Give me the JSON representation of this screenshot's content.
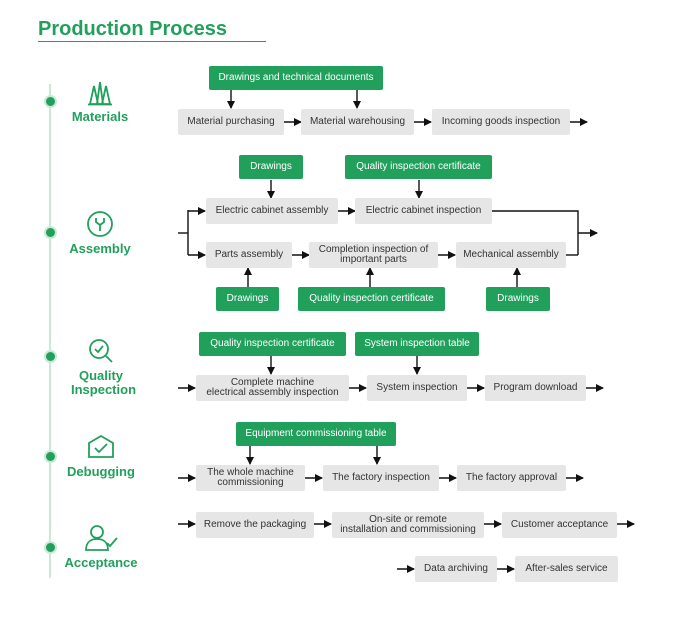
{
  "title": "Production Process",
  "colors": {
    "accent": "#21a05c",
    "box": "#e6e6e6",
    "line": "#c9e9d6"
  },
  "stages": {
    "materials": {
      "label": "Materials",
      "icon": "materials-icon"
    },
    "assembly": {
      "label": "Assembly",
      "icon": "wrench-icon"
    },
    "quality": {
      "label": "Quality Inspection",
      "icon": "magnifier-check-icon"
    },
    "debugging": {
      "label": "Debugging",
      "icon": "box-check-icon"
    },
    "acceptance": {
      "label": "Acceptance",
      "icon": "person-check-icon"
    }
  },
  "materials": {
    "docs": "Drawings and technical documents",
    "purchasing": "Material purchasing",
    "warehousing": "Material warehousing",
    "incoming": "Incoming goods inspection"
  },
  "assembly": {
    "drawings_top": "Drawings",
    "qic_top": "Quality inspection certificate",
    "cabinet_assembly": "Electric cabinet assembly",
    "cabinet_inspection": "Electric cabinet inspection",
    "parts_assembly": "Parts assembly",
    "completion_1": "Completion inspection of",
    "completion_2": "important parts",
    "mechanical": "Mechanical assembly",
    "drawings_bottom_1": "Drawings",
    "qic_bottom": "Quality inspection certificate",
    "drawings_bottom_2": "Drawings"
  },
  "quality": {
    "qic": "Quality inspection certificate",
    "table": "System inspection table",
    "complete_1": "Complete machine",
    "complete_2": "electrical assembly inspection",
    "system": "System inspection",
    "program": "Program download"
  },
  "debugging": {
    "table": "Equipment commissioning table",
    "whole_1": "The whole machine",
    "whole_2": "commissioning",
    "factory_inspection": "The factory inspection",
    "factory_approval": "The factory approval"
  },
  "acceptance": {
    "remove": "Remove the packaging",
    "onsite_1": "On-site or remote",
    "onsite_2": "installation and commissioning",
    "customer": "Customer acceptance",
    "archiving": "Data archiving",
    "aftersales": "After-sales service"
  }
}
